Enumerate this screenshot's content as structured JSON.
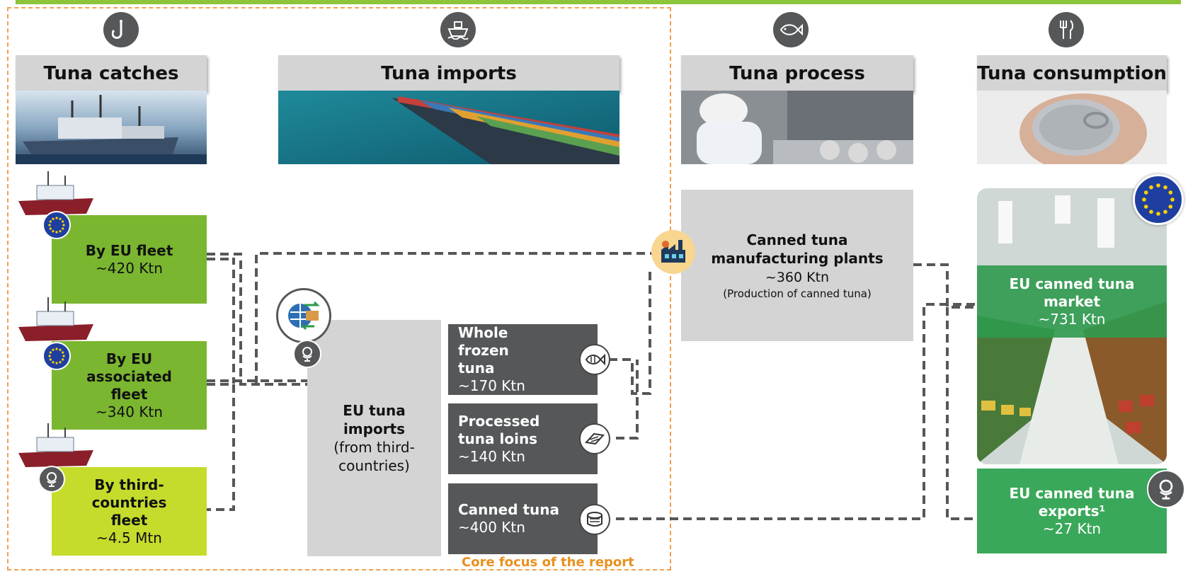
{
  "stages": {
    "catches": {
      "title": "Tuna catches",
      "icon": "fish-hook-icon"
    },
    "imports": {
      "title": "Tuna imports",
      "icon": "cargo-ship-icon"
    },
    "process": {
      "title": "Tuna process",
      "icon": "fish-icon"
    },
    "consumption": {
      "title": "Tuna consumption",
      "icon": "fork-knife-icon"
    }
  },
  "fleets": [
    {
      "name": "By EU fleet",
      "value": "~420 Ktn",
      "badge": "eu-flag"
    },
    {
      "name": "By EU associated fleet",
      "value": "~340 Ktn",
      "badge": "eu-flag"
    },
    {
      "name": "By third-countries fleet",
      "value": "~4.5 Mtn",
      "badge": "globe"
    }
  ],
  "eu_imports": {
    "line1": "EU tuna",
    "line2": "imports",
    "note": "(from third-countries)"
  },
  "import_products": [
    {
      "name": "Whole frozen tuna",
      "value": "~170 Ktn",
      "icon": "whole-fish-icon"
    },
    {
      "name": "Processed tuna loins",
      "value": "~140 Ktn",
      "icon": "tuna-loin-icon"
    },
    {
      "name": "Canned tuna",
      "value": "~400 Ktn",
      "icon": "tuna-can-icon"
    }
  ],
  "plants": {
    "title": "Canned tuna manufacturing plants",
    "value": "~360 Ktn",
    "note": "(Production of canned tuna)"
  },
  "market": {
    "title": "EU canned tuna market",
    "value": "~731 Ktn"
  },
  "exports": {
    "title": "EU canned tuna exports¹",
    "value": "~27 Ktn"
  },
  "focus_label": "Core focus of the report",
  "colors": {
    "topbar": "#8cc43a",
    "green": "#7ab630",
    "lime": "#c5dc2c",
    "dark": "#555759",
    "grey": "#d4d4d4",
    "focus": "#f0a050",
    "market_green": "#2e9a4e"
  }
}
